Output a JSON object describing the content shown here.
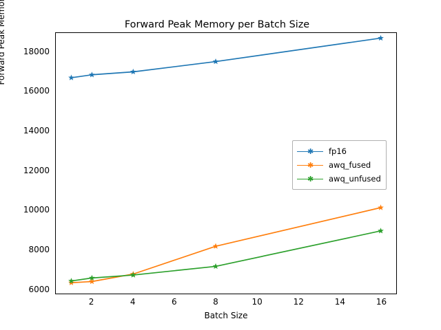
{
  "chart_data": {
    "type": "line",
    "title": "Forward Peak Memory per Batch Size",
    "xlabel": "Batch Size",
    "ylabel": "Forward Peak Memory (MB)",
    "x": [
      1,
      2,
      4,
      8,
      16
    ],
    "xlim": [
      0.25,
      16.75
    ],
    "ylim": [
      5780,
      19000
    ],
    "xticks": [
      2,
      4,
      6,
      8,
      10,
      12,
      14,
      16
    ],
    "xtick_labels": [
      "2",
      "4",
      "6",
      "8",
      "10",
      "12",
      "14",
      "16"
    ],
    "yticks": [
      6000,
      8000,
      10000,
      12000,
      14000,
      16000,
      18000
    ],
    "ytick_labels": [
      "6000",
      "8000",
      "10000",
      "12000",
      "14000",
      "16000",
      "18000"
    ],
    "grid": false,
    "legend_position": "center right",
    "marker": "star",
    "series": [
      {
        "name": "fp16",
        "color": "#1f77b4",
        "values": [
          16730,
          16880,
          17030,
          17550,
          18740
        ]
      },
      {
        "name": "awq_fused",
        "color": "#ff7f0e",
        "values": [
          6330,
          6390,
          6770,
          8180,
          10140
        ]
      },
      {
        "name": "awq_unfused",
        "color": "#2ca02c",
        "values": [
          6420,
          6570,
          6720,
          7160,
          8960
        ]
      }
    ]
  },
  "legend": {
    "items": [
      {
        "label": "fp16"
      },
      {
        "label": "awq_fused"
      },
      {
        "label": "awq_unfused"
      }
    ]
  }
}
